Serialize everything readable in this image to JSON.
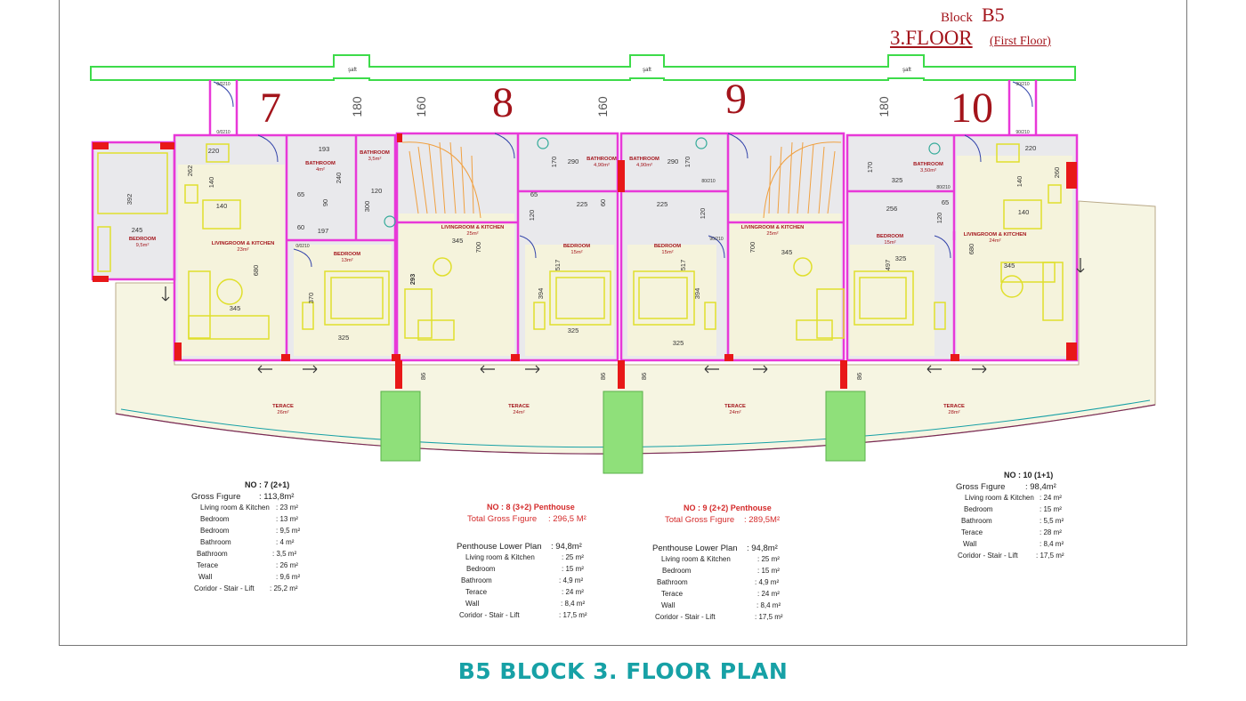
{
  "header": {
    "block_label": "Block",
    "block_code": "B5",
    "floor_label": "3.FLOOR",
    "floor_sub": "(First Floor)"
  },
  "units": [
    {
      "number": "7"
    },
    {
      "number": "8"
    },
    {
      "number": "9"
    },
    {
      "number": "10"
    }
  ],
  "plan_labels": {
    "shaft": "şaft",
    "corridor_dims": [
      "180",
      "160",
      "160",
      "180"
    ],
    "rooms": {
      "u7_bedroom_left": "BEDROOM",
      "u7_bedroom_left_area": "9,5m²",
      "u7_living": "LIVINGROOM & KITCHEN",
      "u7_living_area": "23m²",
      "u7_bath1": "BATHROOM",
      "u7_bath1_area": "4m²",
      "u7_bath2": "BATHROOM",
      "u7_bath2_area": "3,5m²",
      "u7_bedroom": "BEDROOM",
      "u7_bedroom_area": "13m²",
      "u8_living": "LIVINGROOM & KITCHEN",
      "u8_living_area": "25m²",
      "u8_bath": "BATHROOM",
      "u8_bath_area": "4,90m²",
      "u8_bedroom": "BEDROOM",
      "u8_bedroom_area": "15m²",
      "u9_bath": "BATHROOM",
      "u9_bath_area": "4,90m²",
      "u9_bedroom": "BEDROOM",
      "u9_bedroom_area": "15m²",
      "u9_living": "LIVINGROOM & KITCHEN",
      "u9_living_area": "25m²",
      "u10_bath": "BATHROOM",
      "u10_bath_area": "3,50m²",
      "u10_bedroom": "BEDROOM",
      "u10_bedroom_area": "15m²",
      "u10_living": "LIVINGROOM & KITCHEN",
      "u10_living_area": "24m²"
    },
    "terraces": [
      {
        "label": "TERACE",
        "area": "26m²"
      },
      {
        "label": "TERACE",
        "area": "24m²"
      },
      {
        "label": "TERACE",
        "area": "24m²"
      },
      {
        "label": "TERACE",
        "area": "28m²"
      }
    ],
    "dims": {
      "d220a": "220",
      "d262": "262",
      "d140a": "140",
      "d140b": "140",
      "d392": "392",
      "d245": "245",
      "d680a": "680",
      "d345a": "345",
      "d325a": "325",
      "d193": "193",
      "d240": "240",
      "d65a": "65",
      "d90": "90",
      "d120a": "120",
      "d300": "300",
      "d197": "197",
      "d60a": "60",
      "d370": "370",
      "d290a": "290",
      "d170a": "170",
      "d345b": "345",
      "d700a": "700",
      "d225a": "225",
      "d60b": "60",
      "d65b": "65",
      "d120b": "120",
      "d517a": "517",
      "d394a": "394",
      "d293": "293",
      "d325b": "325",
      "d290b": "290",
      "d170b": "170",
      "d225b": "225",
      "d120c": "120",
      "d517b": "517",
      "d394b": "394",
      "d700b": "700",
      "d345c": "345",
      "d325c": "325",
      "d170c": "170",
      "d325d": "325",
      "d256": "256",
      "d65c": "65",
      "d120d": "120",
      "d497": "497",
      "d325e": "325",
      "d220b": "220",
      "d260": "260",
      "d140c": "140",
      "d140d": "140",
      "d680b": "680",
      "d345d": "345",
      "d86a": "86",
      "d86b": "86",
      "d86c": "86",
      "d86d": "86"
    },
    "doors": [
      "0/0210",
      "90/210",
      "80/210"
    ]
  },
  "tables": {
    "u7": {
      "title": "NO : 7  (2+1)",
      "gross_label": "Gross Fıgure",
      "gross_value": ": 113,8m²",
      "rows": [
        {
          "label": "Living room & Kitchen",
          "value": ": 23  m²"
        },
        {
          "label": "Bedroom",
          "value": ": 13  m²"
        },
        {
          "label": "Bedroom",
          "value": ": 9,5 m²"
        },
        {
          "label": "Bathroom",
          "value": ": 4    m²"
        },
        {
          "label": "Bathroom",
          "value": ": 3,5   m²"
        },
        {
          "label": "Terace",
          "value": ": 26  m²"
        },
        {
          "label": "Wall",
          "value": ": 9,6 m²"
        },
        {
          "label": "Coridor - Stair - Lift",
          "value": ": 25,2 m²"
        }
      ]
    },
    "u8": {
      "title": "NO : 8 (3+2) Penthouse",
      "total_label": "Total Gross Fıgure",
      "total_value": ": 296,5 M²",
      "lower_label": "Penthouse Lower Plan",
      "lower_value": ": 94,8m²",
      "rows": [
        {
          "label": "Living room & Kitchen",
          "value": ": 25  m²"
        },
        {
          "label": "Bedroom",
          "value": ": 15 m²"
        },
        {
          "label": "Bathroom",
          "value": ": 4,9  m²"
        },
        {
          "label": "Terace",
          "value": ": 24  m²"
        },
        {
          "label": "Wall",
          "value": ": 8,4 m²"
        },
        {
          "label": "Coridor - Stair - Lift",
          "value": ": 17,5 m²"
        }
      ]
    },
    "u9": {
      "title": "NO : 9 (2+2) Penthouse",
      "total_label": "Total Gross Fıgure",
      "total_value": ": 289,5M²",
      "lower_label": "Penthouse Lower Plan",
      "lower_value": ": 94,8m²",
      "rows": [
        {
          "label": "Living room & Kitchen",
          "value": ": 25  m²"
        },
        {
          "label": "Bedroom",
          "value": ": 15  m²"
        },
        {
          "label": "Bathroom",
          "value": ": 4,9  m²"
        },
        {
          "label": "Terace",
          "value": ": 24  m²"
        },
        {
          "label": "Wall",
          "value": ": 8,4 m²"
        },
        {
          "label": "Coridor - Stair - Lift",
          "value": ": 17,5 m²"
        }
      ]
    },
    "u10": {
      "title": "NO : 10  (1+1)",
      "gross_label": "Gross Fıgure",
      "gross_value": ": 98,4m²",
      "rows": [
        {
          "label": "Living room & Kitchen",
          "value": ": 24  m²"
        },
        {
          "label": "Bedroom",
          "value": ": 15  m²"
        },
        {
          "label": "Bathroom",
          "value": ": 5,5  m²"
        },
        {
          "label": "Terace",
          "value": ": 28  m²"
        },
        {
          "label": "Wall",
          "value": ": 8,4  m²"
        },
        {
          "label": "Coridor - Stair - Lift",
          "value": ": 17,5 m²"
        }
      ]
    }
  },
  "footer": {
    "title": "B5 BLOCK 3. FLOOR PLAN"
  },
  "colors": {
    "wall": "#e838d8",
    "corridor": "#3ddb4a",
    "fixture": "#e0df2c",
    "terrace_fill": "#f6f5e2",
    "interior_fill": "#e9e9ec",
    "pillar": "#e81818",
    "planter": "#8fe07a",
    "stair": "#f0a040",
    "accent_red": "#a3141b",
    "teal": "#17a1a6"
  }
}
